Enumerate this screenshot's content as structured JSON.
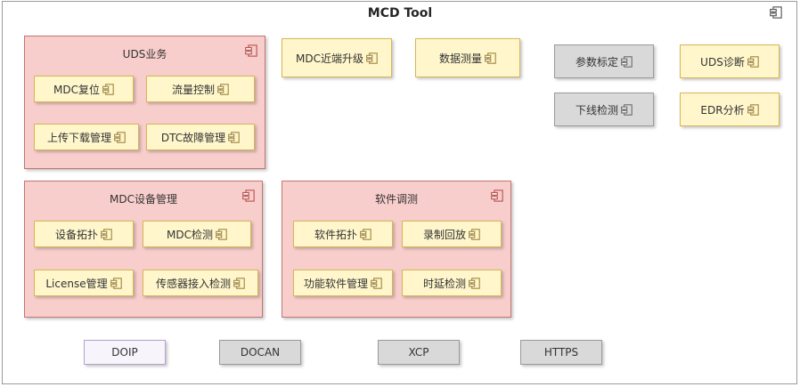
{
  "title": "MCD Tool",
  "groups": [
    {
      "label": "UDS业务",
      "items": [
        "MDC复位",
        "流量控制",
        "上传下载管理",
        "DTC故障管理"
      ]
    },
    {
      "label": "MDC设备管理",
      "items": [
        "设备拓扑",
        "MDC检测",
        "License管理",
        "传感器接入检测"
      ]
    },
    {
      "label": "软件调测",
      "items": [
        "软件拓扑",
        "录制回放",
        "功能软件管理",
        "时延检测"
      ]
    }
  ],
  "components": [
    {
      "label": "MDC近端升级",
      "variant": "yellow"
    },
    {
      "label": "数据测量",
      "variant": "yellow"
    },
    {
      "label": "参数标定",
      "variant": "gray"
    },
    {
      "label": "UDS诊断",
      "variant": "yellow"
    },
    {
      "label": "下线检测",
      "variant": "gray"
    },
    {
      "label": "EDR分析",
      "variant": "yellow"
    }
  ],
  "protocols": [
    {
      "label": "DOIP",
      "variant": "lavender"
    },
    {
      "label": "DOCAN",
      "variant": "gray"
    },
    {
      "label": "XCP",
      "variant": "gray"
    },
    {
      "label": "HTTPS",
      "variant": "gray"
    }
  ],
  "colors": {
    "group_fill": "#f8cecc",
    "group_stroke": "#b85450",
    "component_fill": "#fff6cb",
    "component_stroke": "#d6b656",
    "gray_fill": "#d9d9d9",
    "gray_stroke": "#9a9a9a",
    "lavender_fill": "#f7f4fc",
    "lavender_stroke": "#b3a2cf"
  }
}
